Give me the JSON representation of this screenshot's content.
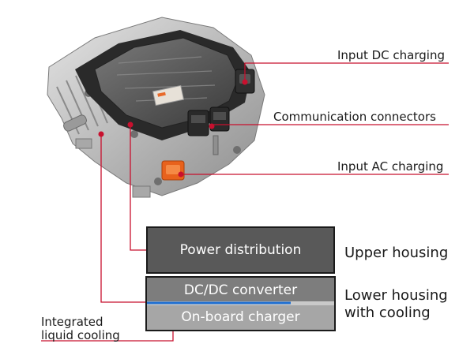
{
  "callouts": {
    "input_dc": "Input DC charging",
    "communication": "Communication connectors",
    "input_ac": "Input AC charging"
  },
  "layers": {
    "power_distribution": "Power distribution",
    "dcdc_converter": "DC/DC converter",
    "onboard_charger": "On-board charger"
  },
  "housing": {
    "upper": "Upper housing",
    "lower_line1": "Lower housing",
    "lower_line2": "with cooling"
  },
  "cooling": {
    "line1": "Integrated",
    "line2": "liquid cooling"
  },
  "colors": {
    "leader": "#c8102e",
    "cooling_line": "#1f6fd1",
    "power_box": "#595959",
    "dcdc_box": "#7d7d7d",
    "obc_box": "#a6a6a6"
  }
}
